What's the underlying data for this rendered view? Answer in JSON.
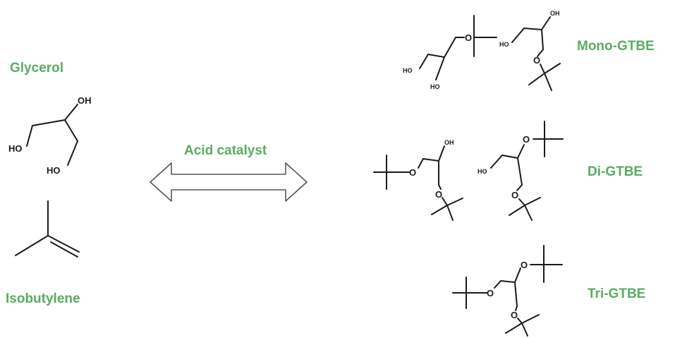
{
  "labels": {
    "glycerol": "Glycerol",
    "isobutylene": "Isobutylene",
    "catalyst": "Acid catalyst",
    "mono": "Mono-GTBE",
    "di": "Di-GTBE",
    "tri": "Tri-GTBE"
  },
  "atoms": {
    "hydroxyl": "HO",
    "hydroxyl_r": "OH",
    "oxygen": "O"
  },
  "colors": {
    "label_green": "#5aac62",
    "bond": "#1a1a1a",
    "arrow_outline": "#555555"
  }
}
